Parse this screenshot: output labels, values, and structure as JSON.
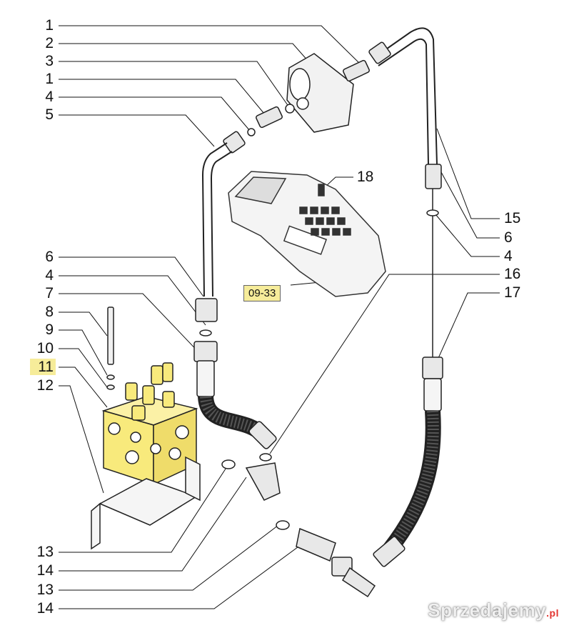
{
  "diagram": {
    "reference_box": "09-33",
    "callouts_left": [
      "1",
      "2",
      "3",
      "1",
      "4",
      "5",
      "6",
      "4",
      "7",
      "8",
      "9",
      "10",
      "11",
      "12"
    ],
    "callouts_bottom": [
      "13",
      "14",
      "13",
      "14"
    ],
    "callouts_right": [
      "18",
      "15",
      "6",
      "4",
      "16",
      "17"
    ],
    "highlighted_callout": "11",
    "highlight_color": "#f6ec9a",
    "valve_block_color": "#f8ea7c"
  },
  "watermark": {
    "text": "Sprzedajemy",
    "badge": ".pl"
  }
}
